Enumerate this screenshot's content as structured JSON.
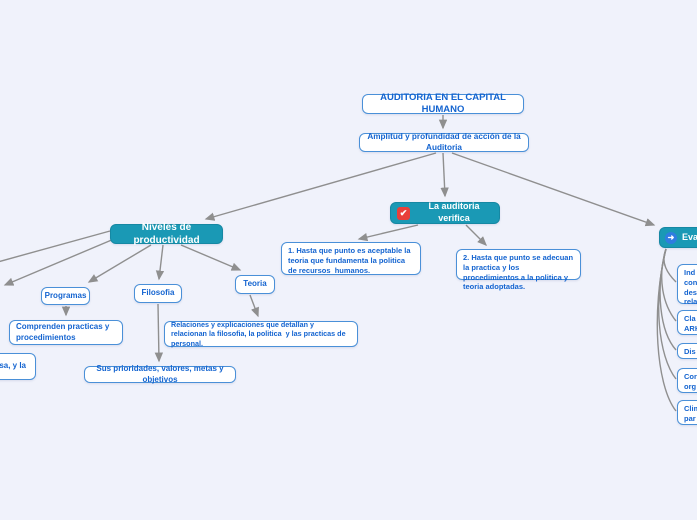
{
  "nodes": {
    "title": "AUDITORIA EN EL CAPITAL HUMANO",
    "scope": "Amplitud y profundidad de acción de la Auditoria",
    "niveles": "Niveles de productividad",
    "verifica": "La auditoria verifica",
    "eva": "Eva",
    "q1": "1. Hasta que punto es aceptable la teoria que fundamenta la politica de recursos  humanos.",
    "q2": "2. Hasta que punto se adecuan la practica y los procedimientos a la politica y teoria adoptadas.",
    "programas": "Programas",
    "filosofia": "Filosofia",
    "teoria": "Teoria",
    "comprenden": "Comprenden practicas y procedimientos",
    "relaciones": "Relaciones y explicaciones que detallan y relacionan la filosofia, la politica  y las practicas de personal.",
    "left_cut": "resa, y la",
    "sus": "Sus prioridades, valores, metas y objetivos",
    "r1": "Ind\ncon\ndes\nrela",
    "r2": "Cla\nARH",
    "r3": "Dis",
    "r4": "Cor\norg",
    "r5": "Clim\npar"
  },
  "icons": {
    "verifica_check": "✔",
    "eva_arrow": "➜"
  },
  "colors": {
    "background": "#f0f2fb",
    "node_border": "#4a90d8",
    "node_text": "#1464d0",
    "teal_fill": "#1a99b5",
    "connector": "#8f8f8f",
    "check_red": "#e8403a",
    "arrow_blue": "#2f7de0"
  }
}
